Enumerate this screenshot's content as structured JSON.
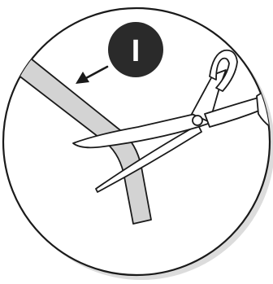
{
  "illustration": {
    "step_badge": {
      "label": "I"
    },
    "icons": [
      "step-badge",
      "pointer-arrow-icon",
      "scissors-icon",
      "strap-strip"
    ],
    "colors": {
      "background": "#ffffff",
      "outline": "#1a1a1a",
      "badge_fill": "#2a2a2a",
      "badge_text": "#ffffff",
      "strip_fill": "#d3d3d3",
      "shadow": "#dcdcdc",
      "scissors_fill": "#ffffff"
    }
  }
}
